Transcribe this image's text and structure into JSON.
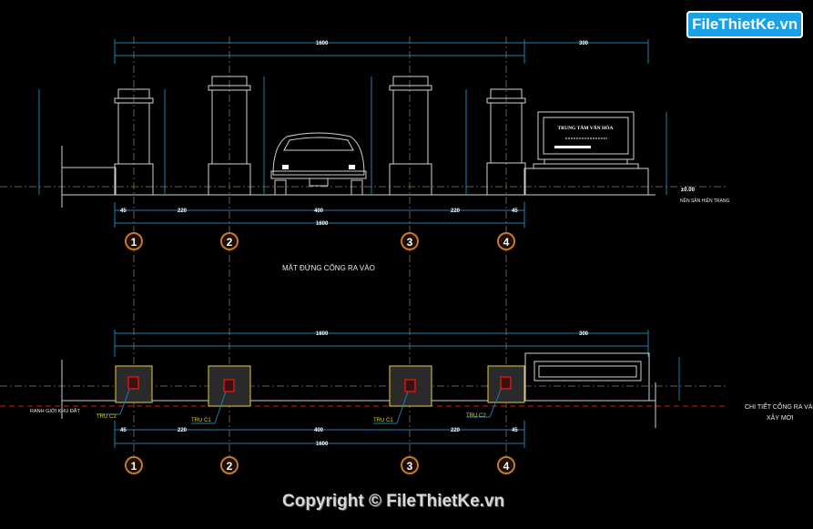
{
  "logo": "FileThietKe.vn",
  "copyright": "Copyright © FileThietKe.vn",
  "elevation": {
    "title": "MẶT ĐỨNG CỔNG RA VÀO",
    "sign_text": "TRUNG TÂM VĂN HÓA",
    "ground_label": "NỀN SÂN HIỆN TRẠNG",
    "level_label": "±0.00",
    "top_dims": {
      "overall": "1600",
      "right": "300"
    },
    "bottom_dims": {
      "d1": "45",
      "d2": "220",
      "d3": "400",
      "d4": "220",
      "d5": "45",
      "overall": "1600"
    }
  },
  "plan": {
    "boundary_label": "RANH GIỚI KHU ĐẤT",
    "detail_label_1": "CHI TIẾT CỔNG RA VÀO",
    "detail_label_2": "XÂY MỚI",
    "pillar_tags": [
      "TRỤ C2",
      "TRỤ C1",
      "TRỤ C1",
      "TRỤ C2"
    ],
    "top_dims": {
      "overall": "1600",
      "right": "300"
    },
    "bottom_dims": {
      "d1": "45",
      "d2": "220",
      "d3": "400",
      "d4": "220",
      "d5": "45",
      "overall": "1600"
    }
  },
  "grid_axes": [
    "1",
    "2",
    "3",
    "4"
  ],
  "colors": {
    "dimension": "#1e7fae",
    "boundary": "#d01818",
    "pillar_plan": "#e0d040",
    "axis_bubble": "#c87820"
  }
}
